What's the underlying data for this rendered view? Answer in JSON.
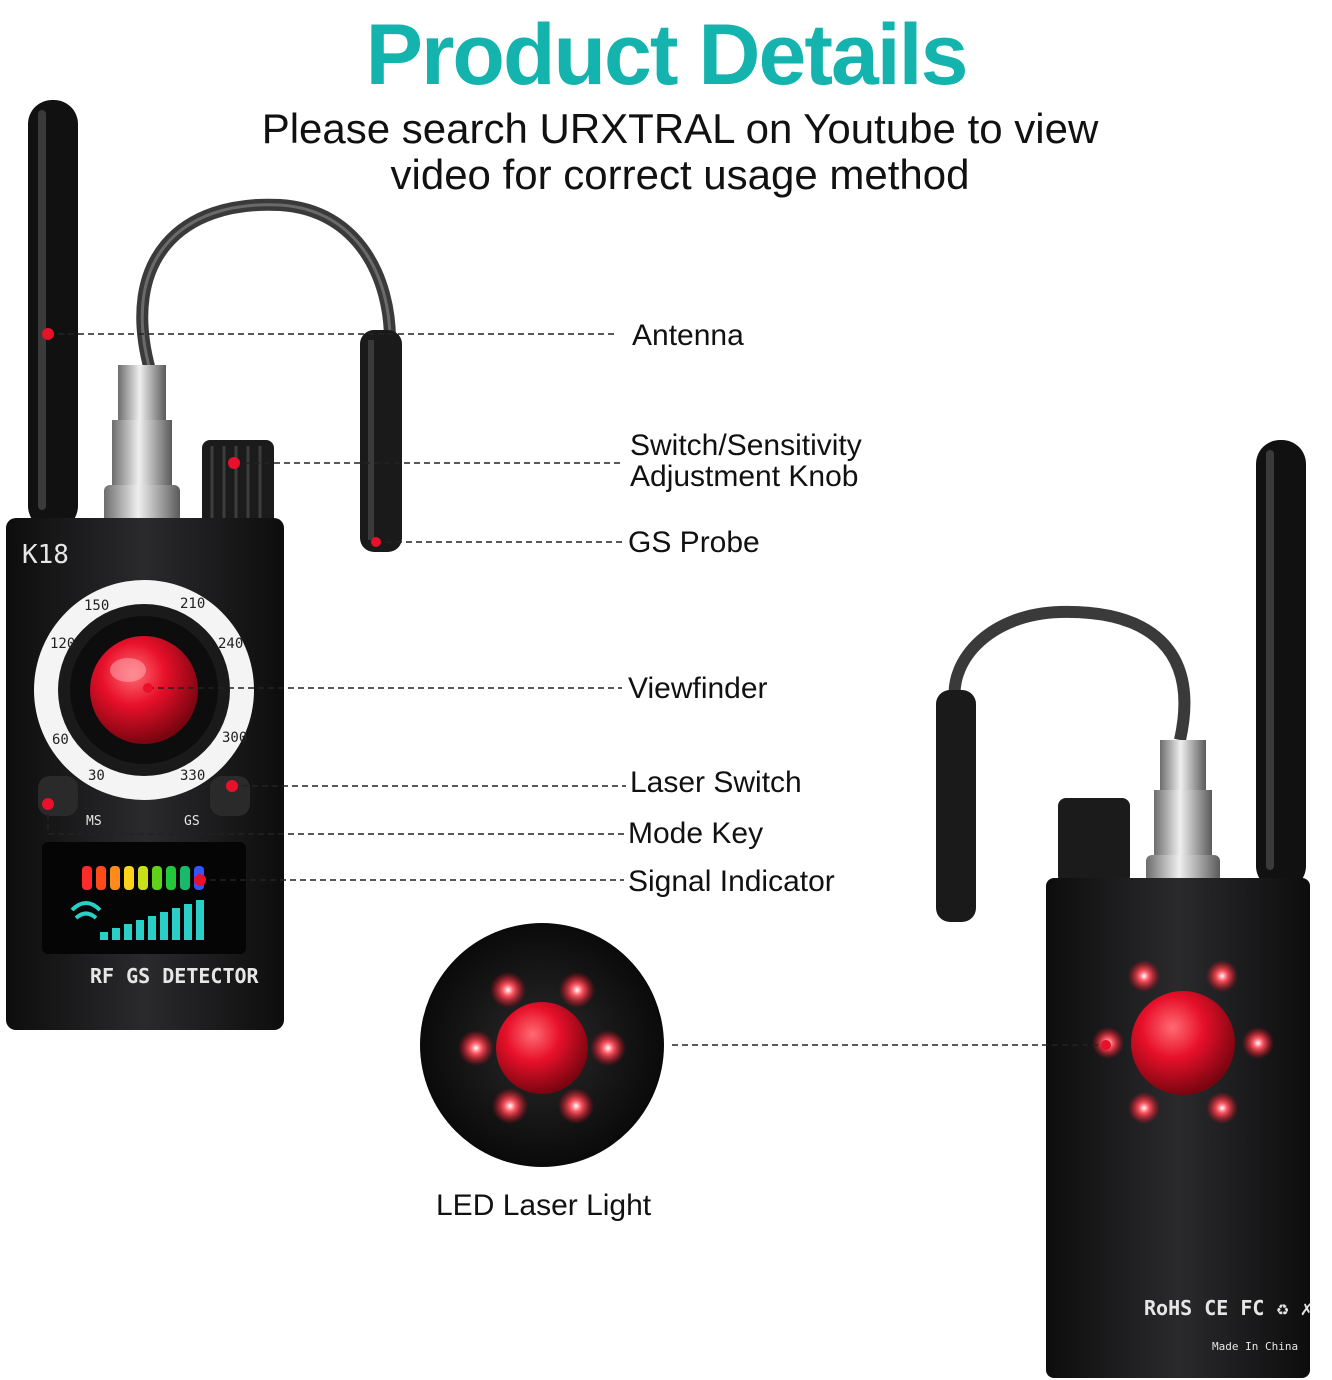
{
  "header": {
    "title": "Product Details",
    "subtitle_line1": "Please search URXTRAL on Youtube to view",
    "subtitle_line2": "video for correct usage method"
  },
  "callouts": {
    "antenna": "Antenna",
    "knob_line1": "Switch/Sensitivity",
    "knob_line2": "Adjustment Knob",
    "gs_probe": "GS Probe",
    "viewfinder": "Viewfinder",
    "laser_switch": "Laser Switch",
    "mode_key": "Mode Key",
    "signal_indicator": "Signal Indicator",
    "led_laser_light": "LED Laser Light"
  },
  "device_front": {
    "model": "K18",
    "label": "RF  GS  DETECTOR",
    "ms": "MS",
    "gs": "GS",
    "dial": [
      "150",
      "210",
      "240",
      "300",
      "330",
      "30",
      "60",
      "120"
    ]
  },
  "device_back": {
    "certifications": "RoHS CE FC ♻ ✗",
    "made_in": "Made In China"
  },
  "colors": {
    "title": "#14b3ad",
    "marker": "#e8102a",
    "device_body": "#1c1c1e"
  }
}
